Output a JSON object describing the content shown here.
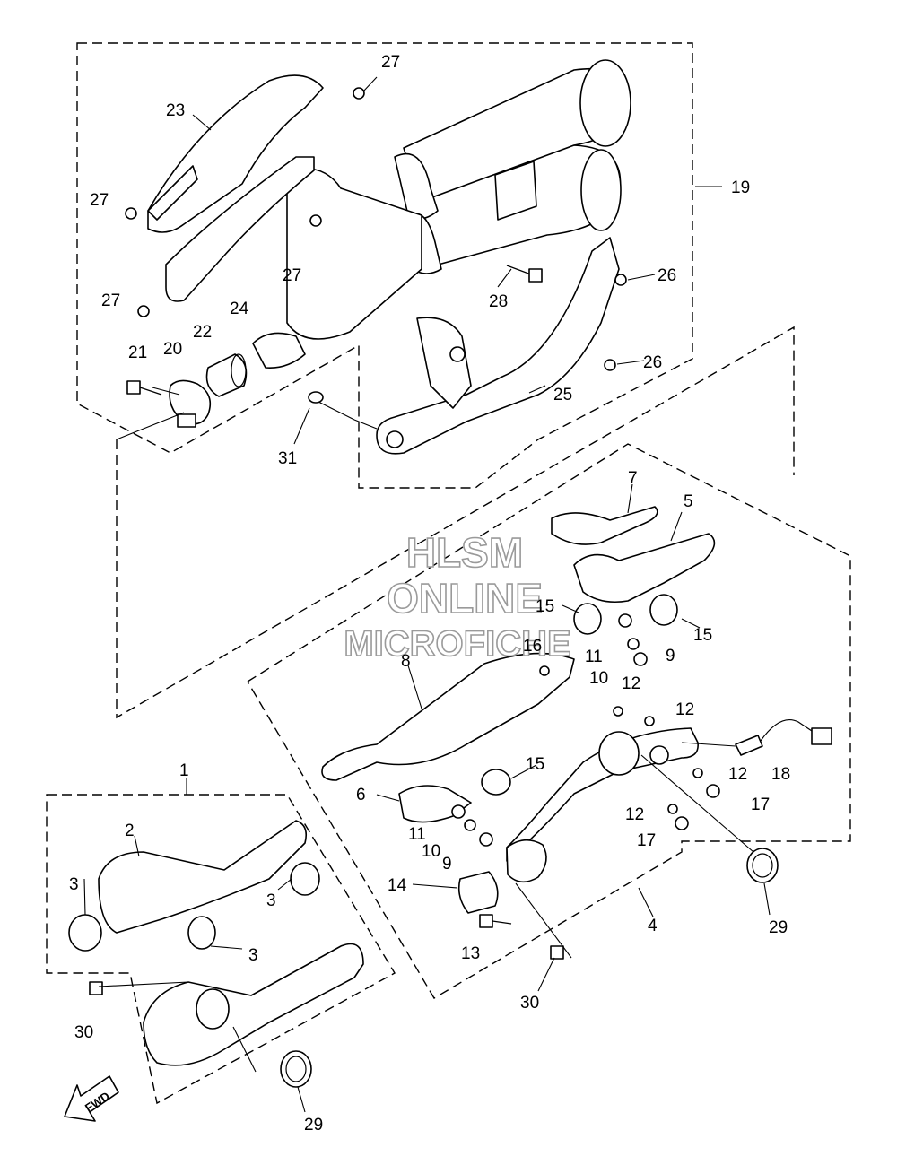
{
  "callouts": {
    "c1": "1",
    "c2": "2",
    "c3a": "3",
    "c3b": "3",
    "c3c": "3",
    "c4": "4",
    "c5": "5",
    "c6": "6",
    "c7": "7",
    "c8": "8",
    "c9a": "9",
    "c9b": "9",
    "c10a": "10",
    "c10b": "10",
    "c11a": "11",
    "c11b": "11",
    "c12a": "12",
    "c12b": "12",
    "c12c": "12",
    "c12d": "12",
    "c13": "13",
    "c14": "14",
    "c15a": "15",
    "c15b": "15",
    "c15c": "15",
    "c16": "16",
    "c17a": "17",
    "c17b": "17",
    "c18": "18",
    "c19": "19",
    "c20": "20",
    "c21": "21",
    "c22": "22",
    "c23": "23",
    "c24": "24",
    "c25": "25",
    "c26a": "26",
    "c26b": "26",
    "c27a": "27",
    "c27b": "27",
    "c27c": "27",
    "c27d": "27",
    "c28": "28",
    "c29a": "29",
    "c29b": "29",
    "c30a": "30",
    "c30b": "30",
    "c31": "31"
  },
  "watermark": {
    "line1": "HLSM",
    "line2": "ONLINE",
    "line3": "MICROFICHE"
  },
  "direction_arrow": {
    "label": "FWD",
    "icon": "fwd-arrow-icon"
  },
  "colors": {
    "ink": "#000000",
    "paper": "#ffffff",
    "watermark": "#9a9a9a"
  }
}
